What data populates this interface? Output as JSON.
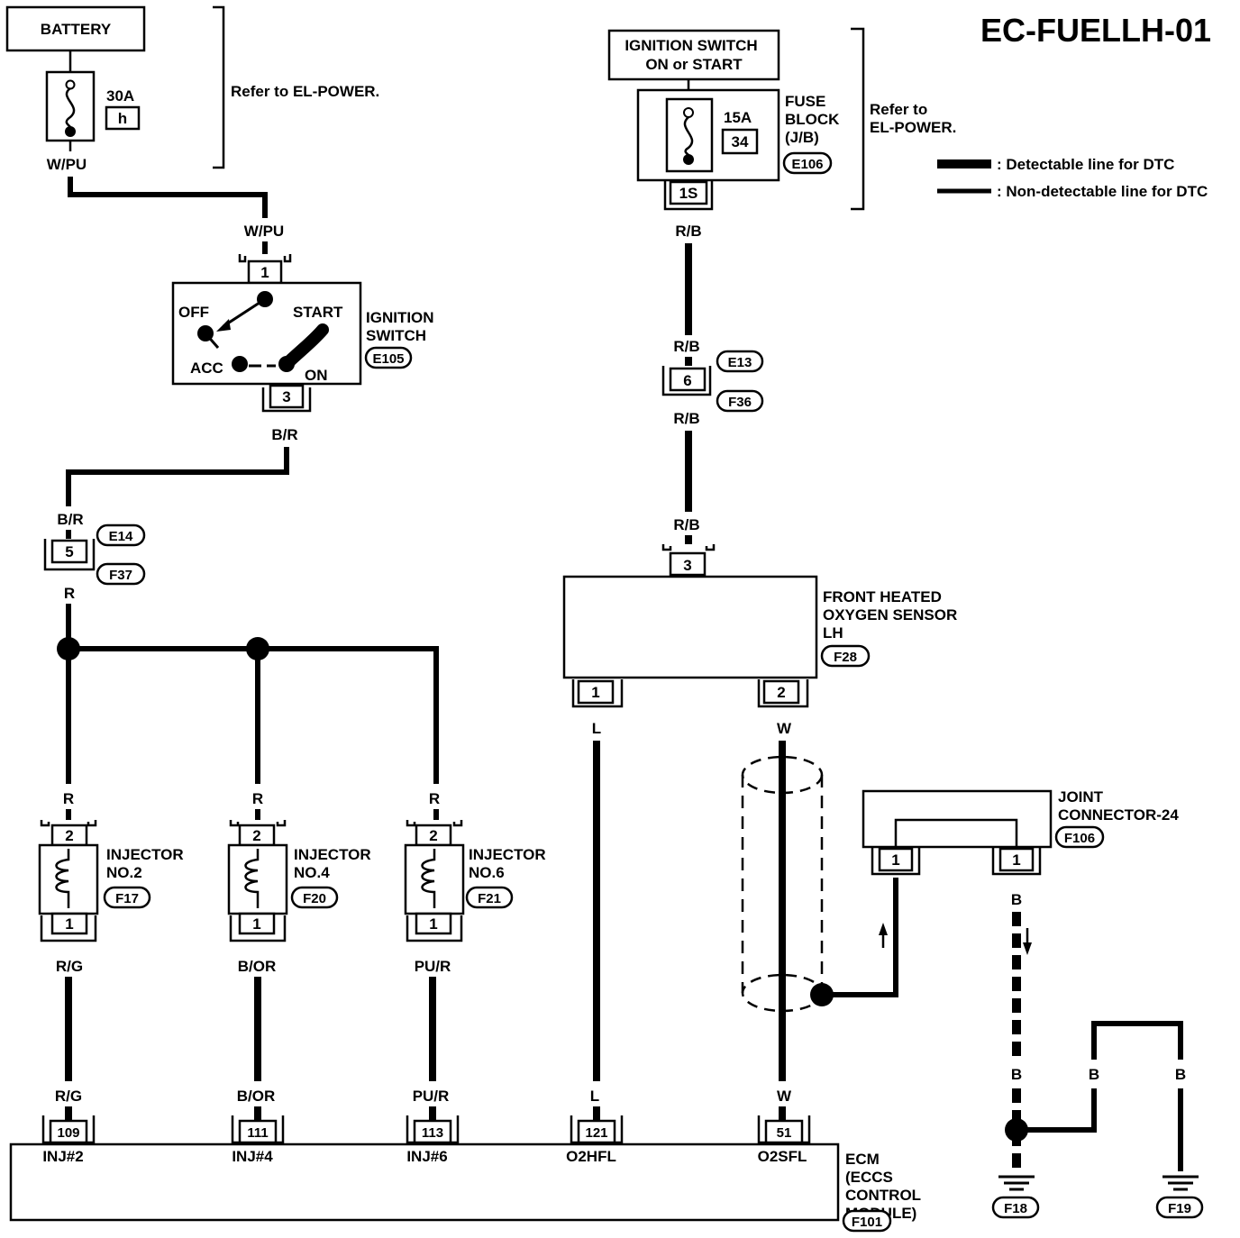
{
  "title": "EC-FUELLH-01",
  "legend": {
    "detectable": ": Detectable line for DTC",
    "non_detectable": ": Non-detectable line for DTC"
  },
  "battery": {
    "label": "BATTERY",
    "fuse_amp": "30A",
    "fuse_id": "h",
    "wire_out": "W/PU",
    "refer": "Refer to EL-POWER."
  },
  "ignition_source": {
    "label_line1": "IGNITION SWITCH",
    "label_line2": "ON or START",
    "fuse_amp": "15A",
    "fuse_id": "34",
    "fuse_block_line1": "FUSE",
    "fuse_block_line2": "BLOCK",
    "fuse_block_line3": "(J/B)",
    "connector": "E106",
    "terminal": "1S",
    "refer_line1": "Refer to",
    "refer_line2": "EL-POWER."
  },
  "ignition_switch": {
    "label_line1": "IGNITION",
    "label_line2": "SWITCH",
    "connector": "E105",
    "pin_in": "1",
    "pin_out": "3",
    "pos_off": "OFF",
    "pos_start": "START",
    "pos_acc": "ACC",
    "pos_on": "ON",
    "wire_in": "W/PU",
    "wire_out": "B/R"
  },
  "connector_e14": {
    "pin": "5",
    "conn_top": "E14",
    "conn_bot": "F37",
    "wire_top": "B/R",
    "wire_bot": "R"
  },
  "connector_e13": {
    "pin": "6",
    "conn_top": "E13",
    "conn_bot": "F36",
    "wire_top": "R/B",
    "wire_bot": "R/B"
  },
  "rb_wire_upper": "R/B",
  "rb_wire_lower": "R/B",
  "o2_sensor": {
    "line1": "FRONT HEATED",
    "line2": "OXYGEN SENSOR",
    "line3": "LH",
    "connector": "F28",
    "pin_top": "3",
    "pin_left": "1",
    "pin_right": "2",
    "wire_left": "L",
    "wire_right": "W"
  },
  "injectors": [
    {
      "line1": "INJECTOR",
      "line2": "NO.2",
      "connector": "F17",
      "pin_top": "2",
      "pin_bot": "1",
      "wire_in": "R",
      "wire_out": "R/G"
    },
    {
      "line1": "INJECTOR",
      "line2": "NO.4",
      "connector": "F20",
      "pin_top": "2",
      "pin_bot": "1",
      "wire_in": "R",
      "wire_out": "B/OR"
    },
    {
      "line1": "INJECTOR",
      "line2": "NO.6",
      "connector": "F21",
      "pin_top": "2",
      "pin_bot": "1",
      "wire_in": "R",
      "wire_out": "PU/R"
    }
  ],
  "joint_connector": {
    "line1": "JOINT",
    "line2": "CONNECTOR-24",
    "connector": "F106",
    "pin_left": "1",
    "pin_right": "1",
    "wire_out": "B"
  },
  "ground": {
    "wire_b1": "B",
    "wire_b2": "B",
    "wire_b3": "B",
    "ground1": "F18",
    "ground2": "F19"
  },
  "ecm": {
    "line1": "ECM",
    "line2": "(ECCS",
    "line3": "CONTROL",
    "line4": "MODULE)",
    "connector": "F101",
    "terminals": [
      {
        "pin": "109",
        "name": "INJ#2",
        "wire": "R/G"
      },
      {
        "pin": "111",
        "name": "INJ#4",
        "wire": "B/OR"
      },
      {
        "pin": "113",
        "name": "INJ#6",
        "wire": "PU/R"
      },
      {
        "pin": "121",
        "name": "O2HFL",
        "wire": "L"
      },
      {
        "pin": "51",
        "name": "O2SFL",
        "wire": "W"
      }
    ]
  }
}
